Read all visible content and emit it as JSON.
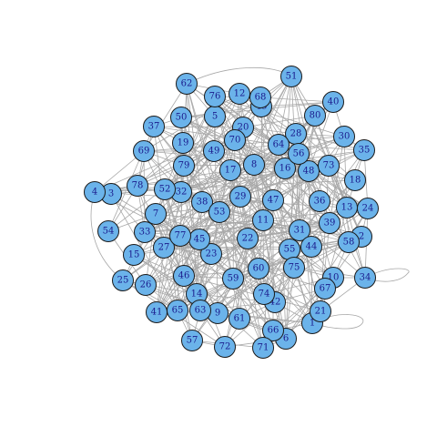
{
  "graph": {
    "node_fill": "#6bb3ea",
    "edge_color": "#a8a8a8",
    "label_color": "#1a1a8c",
    "nodes": [
      "1",
      "2",
      "3",
      "4",
      "5",
      "6",
      "7",
      "8",
      "9",
      "10",
      "11",
      "12",
      "13",
      "14",
      "15",
      "16",
      "17",
      "18",
      "19",
      "20",
      "21",
      "22",
      "23",
      "24",
      "25",
      "26",
      "27",
      "28",
      "29",
      "30",
      "31",
      "32",
      "33",
      "34",
      "35",
      "36",
      "37",
      "38",
      "39",
      "40",
      "41",
      "42",
      "43",
      "44",
      "45",
      "46",
      "47",
      "48",
      "49",
      "50",
      "51",
      "52",
      "53",
      "54",
      "55",
      "56",
      "57",
      "58",
      "59",
      "60",
      "61",
      "62",
      "63",
      "64",
      "65",
      "66",
      "67",
      "68",
      "69",
      "70",
      "71",
      "72",
      "73",
      "74",
      "75",
      "76",
      "77",
      "78",
      "79",
      "80"
    ]
  }
}
